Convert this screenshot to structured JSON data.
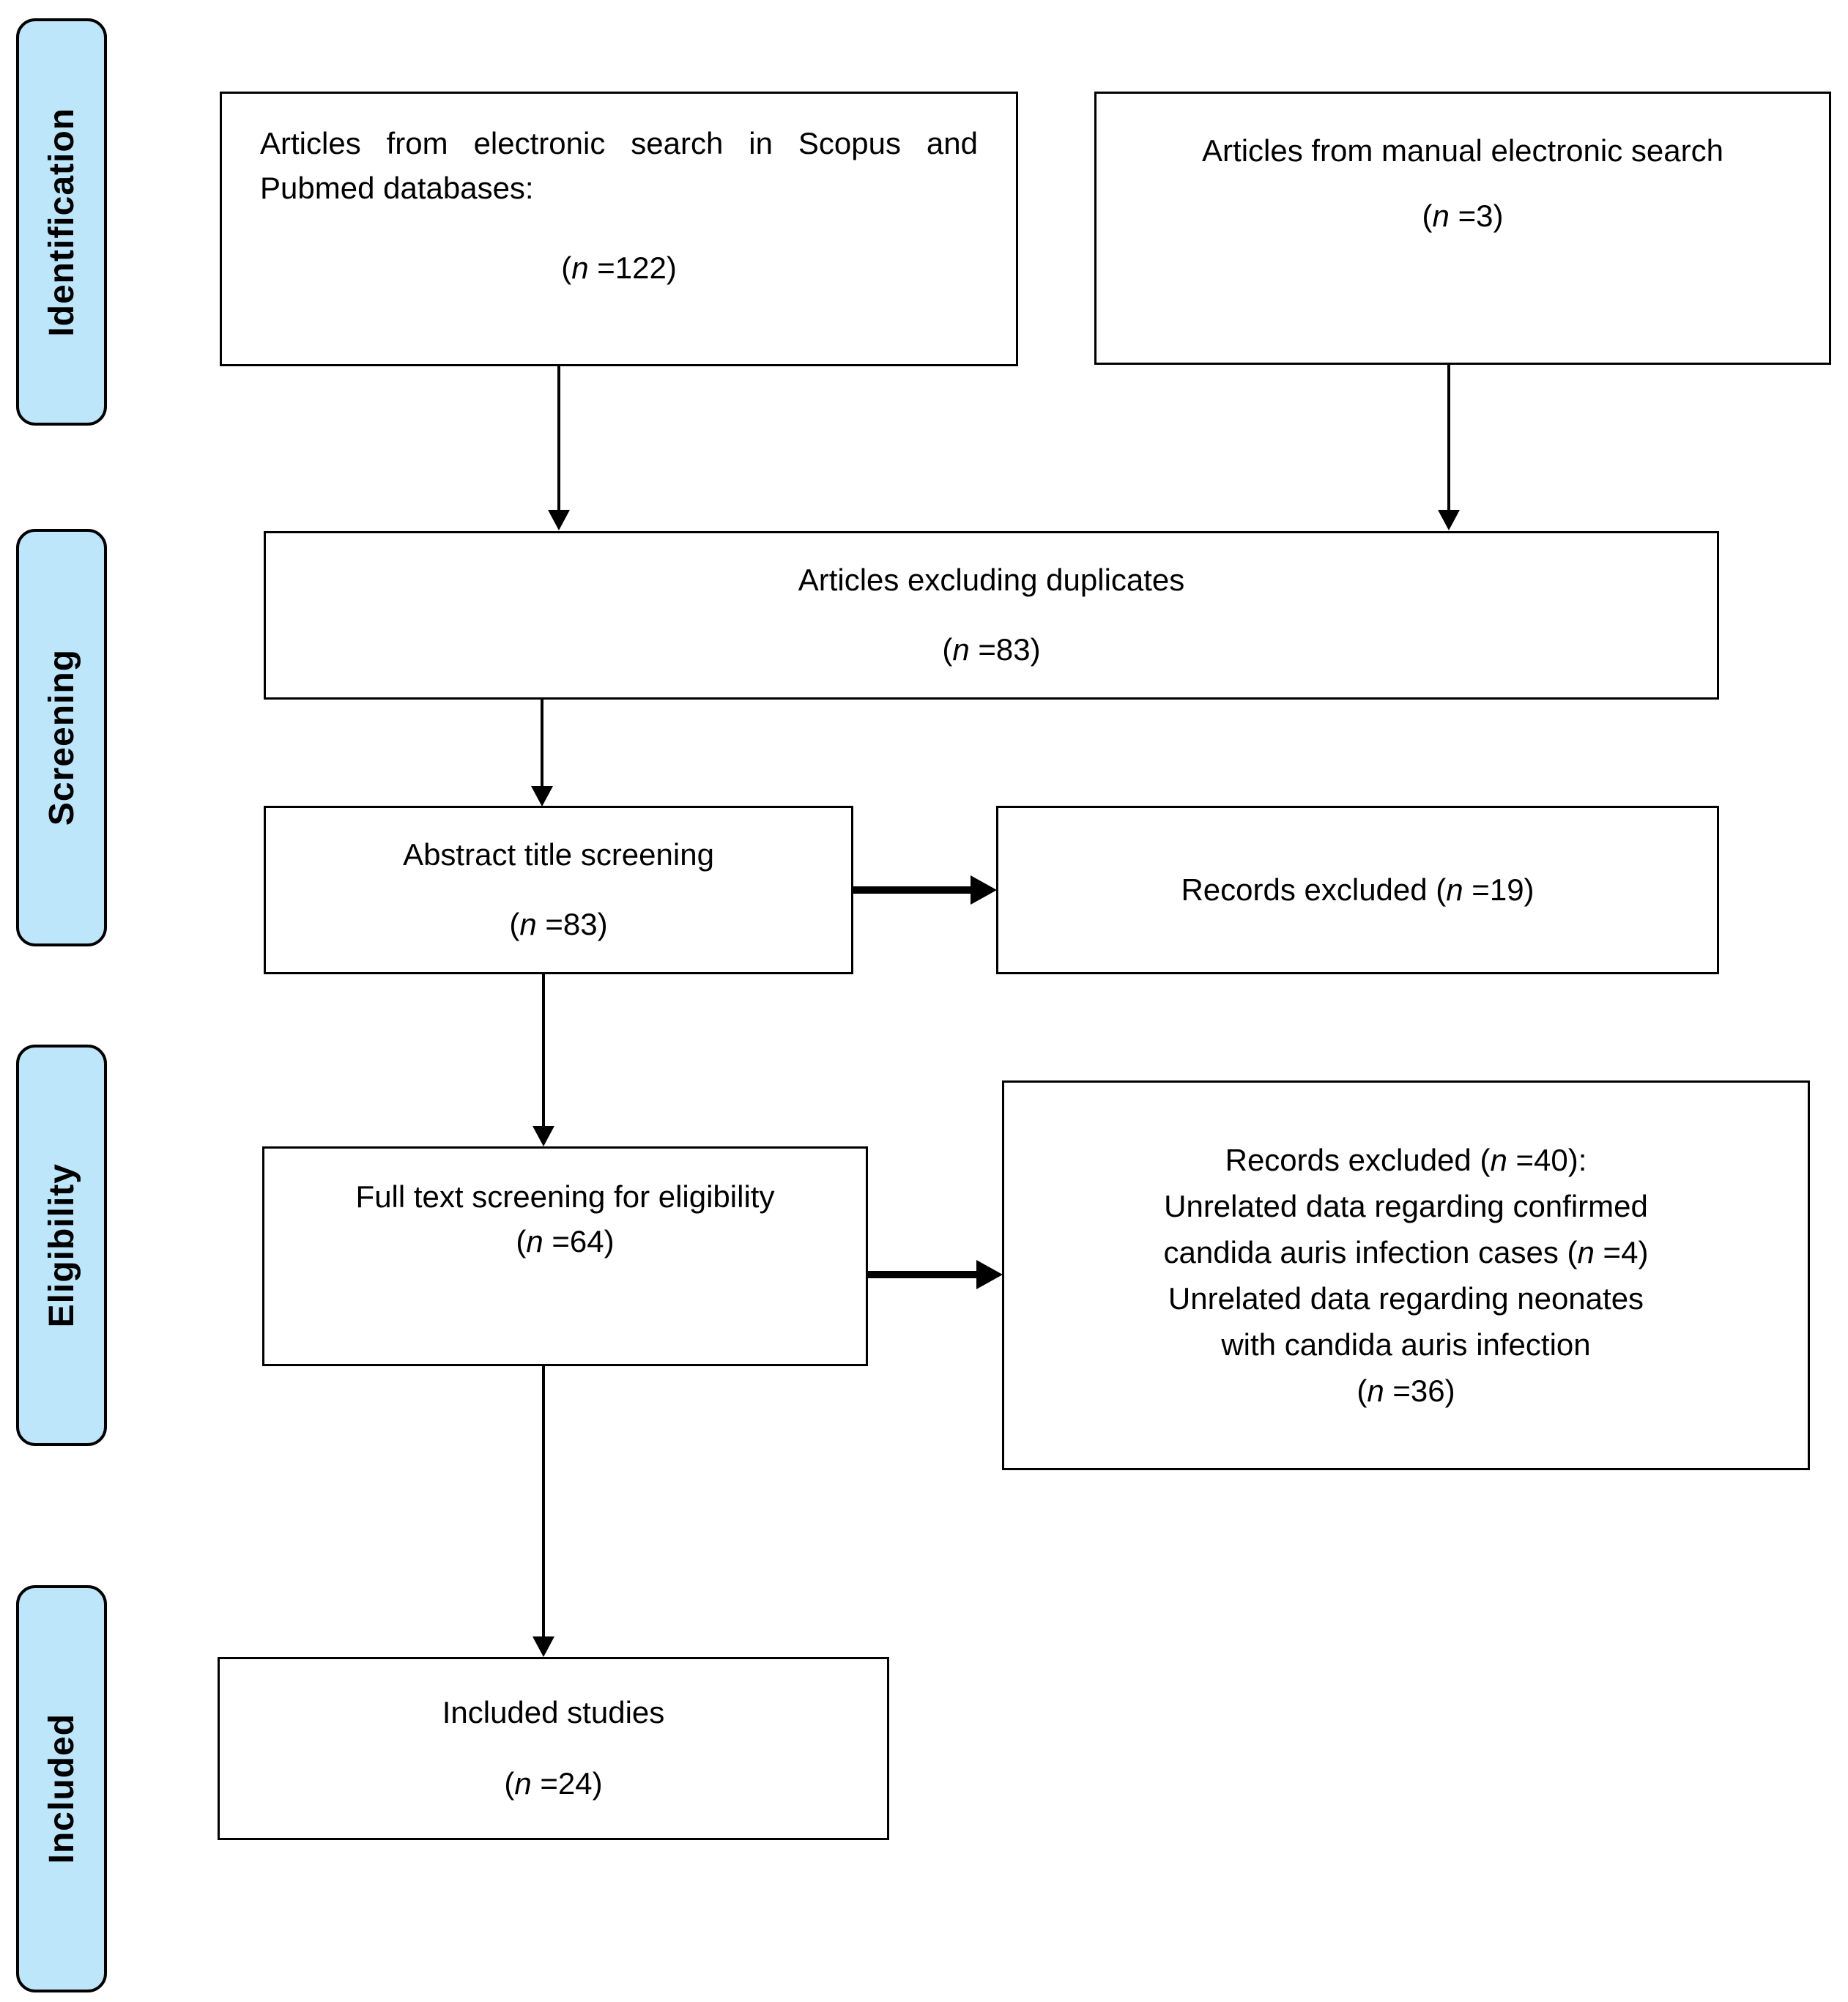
{
  "figure": {
    "type": "prisma-flow-diagram",
    "background_color": "#FFFFFF",
    "sidebar_fill_color": "#BDE6FA",
    "border_color": "#000000",
    "text_color": "#000000"
  },
  "sidebar": {
    "identification": "Identification",
    "screening": "Screening",
    "eligibility": "Eligibility",
    "included": "Included"
  },
  "boxes": {
    "electronic_search": {
      "title_line1": "Articles from electronic search in Scopus and",
      "title_line2": "Pubmed databases:",
      "count": "(n =122)"
    },
    "manual_search": {
      "title": "Articles from manual electronic search",
      "count": "(n =3)"
    },
    "excluding_duplicates": {
      "title": "Articles excluding duplicates",
      "count": "(n =83)"
    },
    "abstract_screening": {
      "title": "Abstract title screening",
      "count": "(n =83)"
    },
    "records_excluded_screening": {
      "text": "Records excluded (n =19)"
    },
    "full_text_screening": {
      "title": "Full text screening for eligibility",
      "count": "(n =64)"
    },
    "records_excluded_eligibility": {
      "lines": [
        "Records excluded (n =40):",
        "Unrelated data regarding confirmed",
        "candida auris infection cases (n =4)",
        "Unrelated data regarding neonates",
        "with candida auris infection",
        "(n =36)"
      ]
    },
    "included_studies": {
      "title": "Included studies",
      "count": "(n =24)"
    }
  }
}
